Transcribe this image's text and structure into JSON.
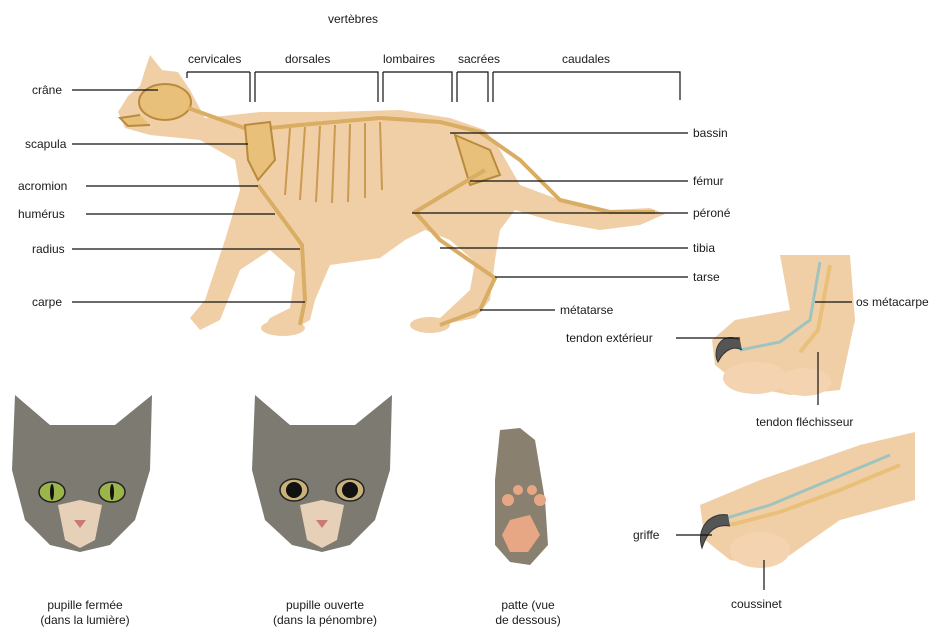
{
  "title": "vertèbres",
  "vertebrae": {
    "cervicales": "cervicales",
    "dorsales": "dorsales",
    "lombaires": "lombaires",
    "sacrees": "sacrées",
    "caudales": "caudales"
  },
  "labels_left": {
    "crane": "crâne",
    "scapula": "scapula",
    "acromion": "acromion",
    "humerus": "humérus",
    "radius": "radius",
    "carpe": "carpe"
  },
  "labels_right": {
    "bassin": "bassin",
    "femur": "fémur",
    "perone": "péroné",
    "tibia": "tibia",
    "tarse": "tarse",
    "metatarse": "métatarse"
  },
  "paw_labels": {
    "tendon_exterieur": "tendon extérieur",
    "os_metacarpe": "os métacarpe",
    "tendon_flechisseur": "tendon fléchisseur",
    "griffe": "griffe",
    "coussinet": "coussinet"
  },
  "captions": {
    "pupille_fermee": [
      "pupille fermée",
      "(dans la lumière)"
    ],
    "pupille_ouverte": [
      "pupille ouverte",
      "(dans la pénombre)"
    ],
    "patte": [
      "patte (vue",
      "de dessous)"
    ]
  },
  "colors": {
    "body": "#f1cfa6",
    "bone": "#e8c07a",
    "bone_outline": "#b98a3e",
    "fur_gray": "#7d7a72",
    "eye_green": "#9bb54a",
    "paw_pad": "#e8a784",
    "tendon": "#9fc4c0"
  }
}
